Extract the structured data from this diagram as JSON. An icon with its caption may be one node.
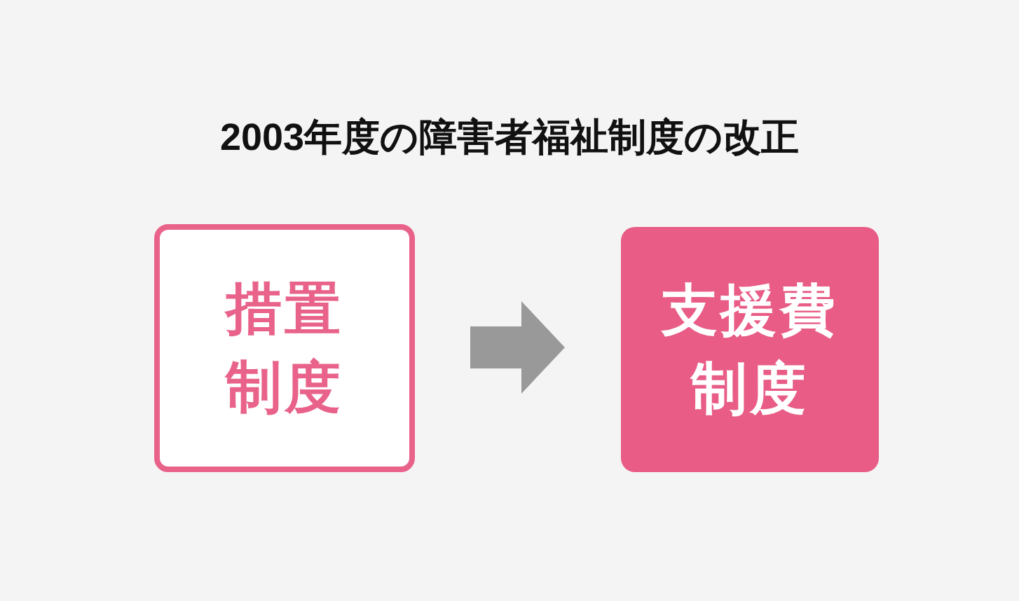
{
  "diagram": {
    "title": "2003年度の障害者福祉制度の改正",
    "nodes": [
      {
        "text": [
          "措置制度"
        ]
      },
      {
        "text": [
          "支援費制度"
        ]
      }
    ],
    "edges": [
      {
        "from": 0,
        "to": 1,
        "arrow": "to",
        "style": "thick",
        "color": "#999999"
      }
    ]
  }
}
